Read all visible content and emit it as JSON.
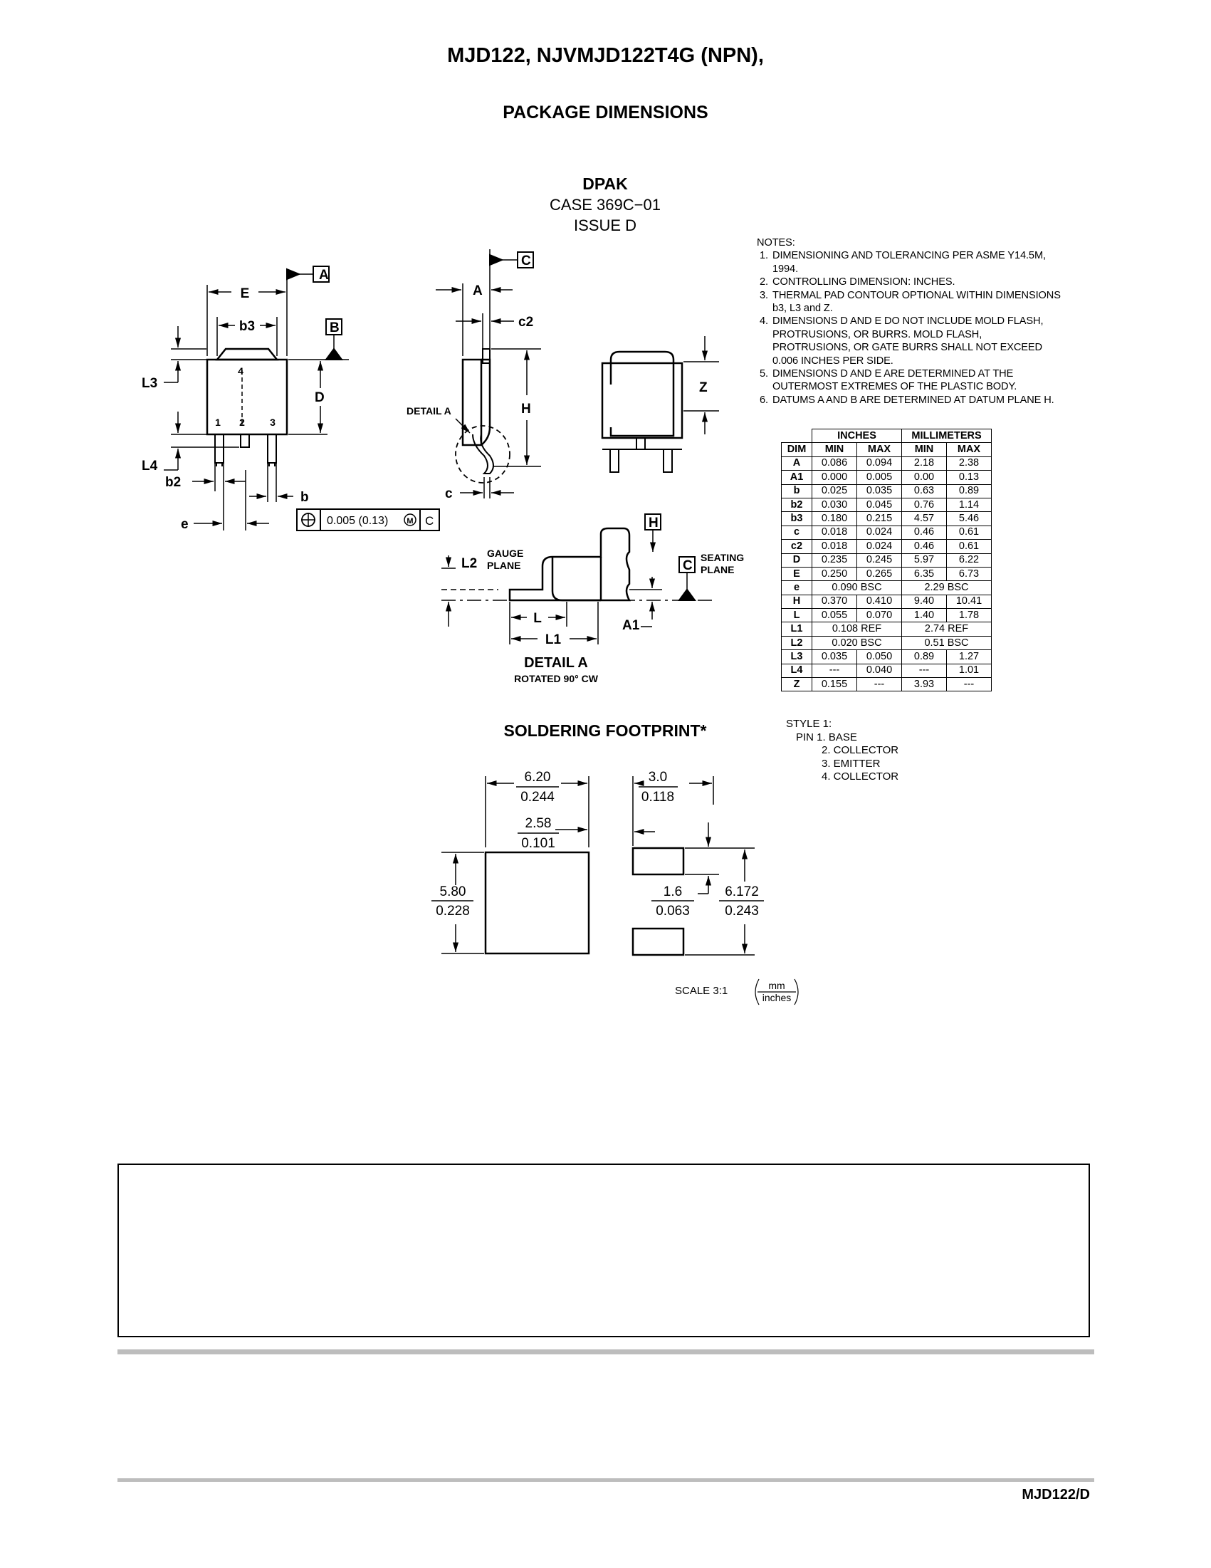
{
  "header": {
    "title": "MJD122,  NJVMJD122T4G (NPN),",
    "section": "PACKAGE DIMENSIONS"
  },
  "package": {
    "name": "DPAK",
    "case": "CASE 369C−01",
    "issue": "ISSUE D"
  },
  "drawing_labels": {
    "datum_a": "A",
    "datum_b": "B",
    "datum_c": "C",
    "datum_h": "H",
    "E": "E",
    "b3": "b3",
    "L3": "L3",
    "D": "D",
    "L4": "L4",
    "b2": "b2",
    "b": "b",
    "e": "e",
    "pin1": "1",
    "pin2": "2",
    "pin3": "3",
    "pin4": "4",
    "tol_value": "0.005 (0.13)",
    "tol_m": "M",
    "tol_c": "C",
    "A": "A",
    "c2": "c2",
    "H": "H",
    "detail_a_ref": "DETAIL A",
    "c": "c",
    "Z": "Z",
    "L2": "L2",
    "gauge": "GAUGE",
    "plane": "PLANE",
    "seating": "SEATING",
    "seating_plane": "PLANE",
    "L": "L",
    "L1": "L1",
    "A1": "A1",
    "detail_a": "DETAIL A",
    "rotated": "ROTATED 90° CW"
  },
  "notes": {
    "heading": "NOTES:",
    "items": [
      {
        "num": "1.",
        "text": "DIMENSIONING AND TOLERANCING PER ASME Y14.5M, 1994."
      },
      {
        "num": "2.",
        "text": "CONTROLLING DIMENSION: INCHES."
      },
      {
        "num": "3.",
        "text": "THERMAL PAD CONTOUR OPTIONAL WITHIN DIMENSIONS b3, L3 and Z."
      },
      {
        "num": "4.",
        "text": "DIMENSIONS D AND E DO NOT INCLUDE MOLD FLASH, PROTRUSIONS, OR BURRS. MOLD FLASH, PROTRUSIONS, OR GATE BURRS SHALL NOT EXCEED 0.006 INCHES PER SIDE."
      },
      {
        "num": "5.",
        "text": "DIMENSIONS D AND E ARE DETERMINED AT THE OUTERMOST EXTREMES OF THE PLASTIC BODY."
      },
      {
        "num": "6.",
        "text": "DATUMS A AND B ARE DETERMINED AT DATUM PLANE H."
      }
    ]
  },
  "dimension_table": {
    "group_headers": [
      "INCHES",
      "MILLIMETERS"
    ],
    "columns": [
      "DIM",
      "MIN",
      "MAX",
      "MIN",
      "MAX"
    ],
    "rows": [
      [
        "A",
        "0.086",
        "0.094",
        "2.18",
        "2.38"
      ],
      [
        "A1",
        "0.000",
        "0.005",
        "0.00",
        "0.13"
      ],
      [
        "b",
        "0.025",
        "0.035",
        "0.63",
        "0.89"
      ],
      [
        "b2",
        "0.030",
        "0.045",
        "0.76",
        "1.14"
      ],
      [
        "b3",
        "0.180",
        "0.215",
        "4.57",
        "5.46"
      ],
      [
        "c",
        "0.018",
        "0.024",
        "0.46",
        "0.61"
      ],
      [
        "c2",
        "0.018",
        "0.024",
        "0.46",
        "0.61"
      ],
      [
        "D",
        "0.235",
        "0.245",
        "5.97",
        "6.22"
      ],
      [
        "E",
        "0.250",
        "0.265",
        "6.35",
        "6.73"
      ],
      [
        "e",
        "0.090 BSC",
        "",
        "2.29 BSC",
        ""
      ],
      [
        "H",
        "0.370",
        "0.410",
        "9.40",
        "10.41"
      ],
      [
        "L",
        "0.055",
        "0.070",
        "1.40",
        "1.78"
      ],
      [
        "L1",
        "0.108 REF",
        "",
        "2.74 REF",
        ""
      ],
      [
        "L2",
        "0.020 BSC",
        "",
        "0.51 BSC",
        ""
      ],
      [
        "L3",
        "0.035",
        "0.050",
        "0.89",
        "1.27"
      ],
      [
        "L4",
        "---",
        "0.040",
        "---",
        "1.01"
      ],
      [
        "Z",
        "0.155",
        "---",
        "3.93",
        "---"
      ]
    ]
  },
  "style": {
    "heading": "STYLE 1:",
    "pins": [
      "PIN 1.  BASE",
      "2.  COLLECTOR",
      "3.  EMITTER",
      "4.  COLLECTOR"
    ]
  },
  "footprint": {
    "title": "SOLDERING FOOTPRINT*",
    "d1_mm": "6.20",
    "d1_in": "0.244",
    "d2_mm": "3.0",
    "d2_in": "0.118",
    "d3_mm": "2.58",
    "d3_in": "0.101",
    "d4_mm": "5.80",
    "d4_in": "0.228",
    "d5_mm": "1.6",
    "d5_in": "0.063",
    "d6_mm": "6.172",
    "d6_in": "0.243",
    "scale": "SCALE 3:1",
    "unit_top": "mm",
    "unit_bottom": "inches"
  },
  "footer": {
    "doc_number": "MJD122/D"
  }
}
